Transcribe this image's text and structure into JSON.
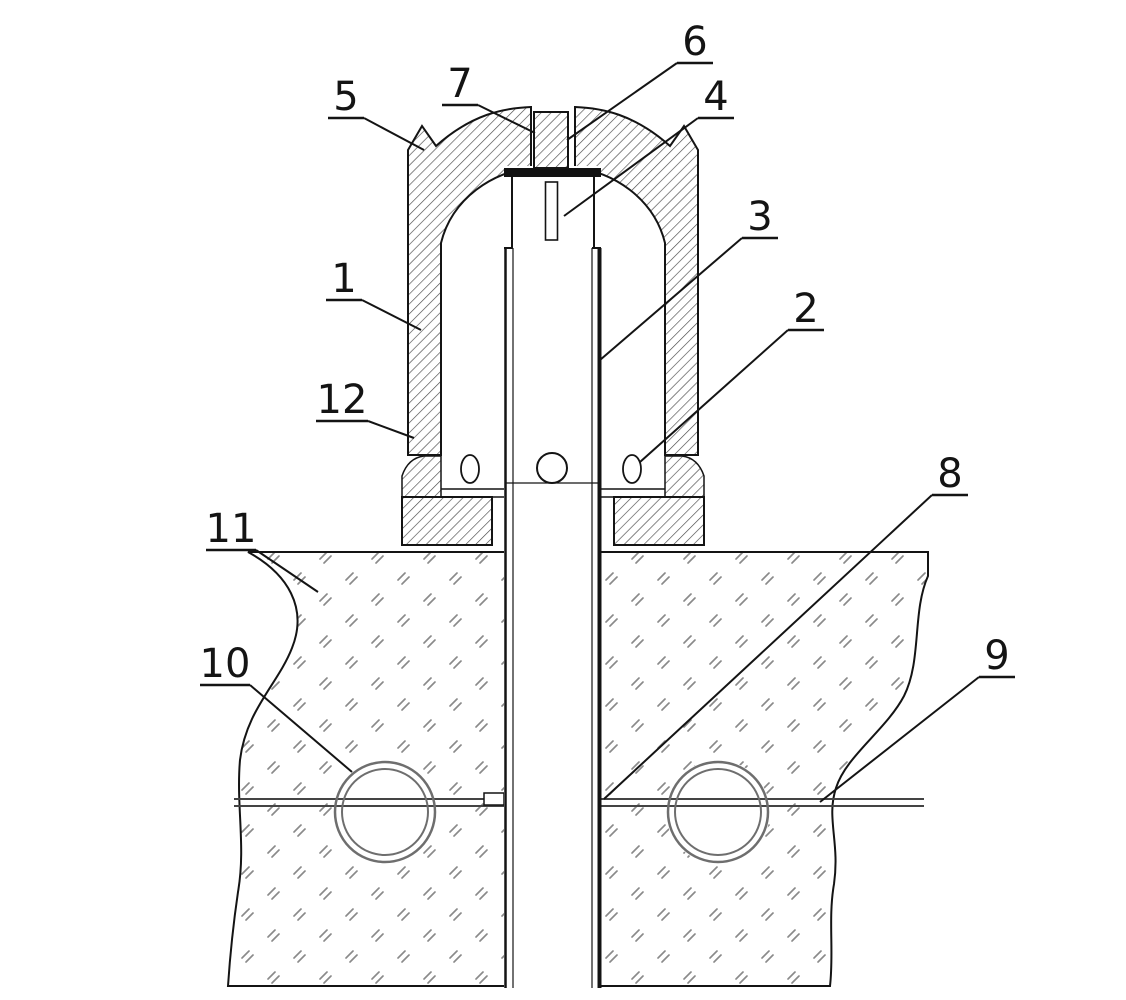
{
  "figure": {
    "colors": {
      "ink": "#141414",
      "hatch": "#4a4a4a",
      "ground_pattern": "#8a8a8a",
      "background": "#ffffff"
    },
    "callouts": [
      {
        "label": "1"
      },
      {
        "label": "2"
      },
      {
        "label": "3"
      },
      {
        "label": "4"
      },
      {
        "label": "5"
      },
      {
        "label": "6"
      },
      {
        "label": "7"
      },
      {
        "label": "8"
      },
      {
        "label": "9"
      },
      {
        "label": "10"
      },
      {
        "label": "11"
      },
      {
        "label": "12"
      }
    ]
  }
}
